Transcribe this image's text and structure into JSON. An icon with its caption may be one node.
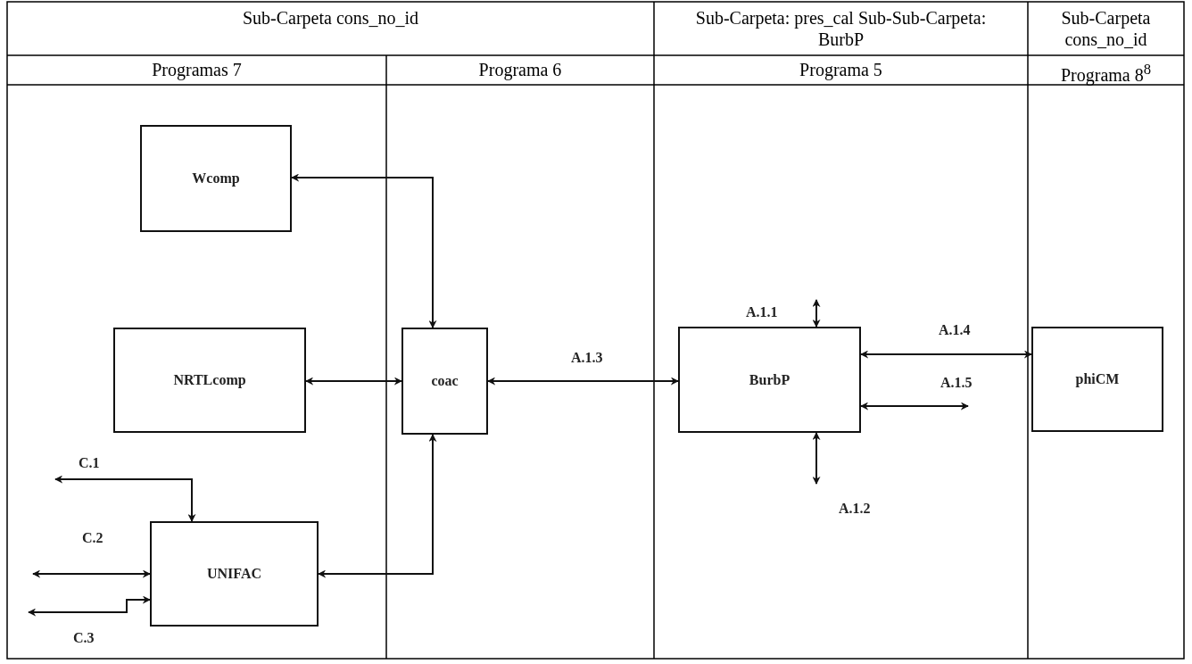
{
  "diagram": {
    "nodes": [
      {
        "text": [
          "Wcomp"
        ]
      },
      {
        "text": [
          "NRTLcomp"
        ]
      },
      {
        "text": [
          "coac"
        ]
      },
      {
        "text": [
          "UNIFAC"
        ]
      },
      {
        "text": [
          "BurbP"
        ]
      },
      {
        "text": [
          "phiCM"
        ]
      }
    ],
    "edges": [
      {
        "from": 2,
        "to": 0,
        "arrow": "both"
      },
      {
        "from": 1,
        "to": 2,
        "arrow": "both"
      },
      {
        "from": 2,
        "to": 3,
        "arrow": "both"
      },
      {
        "from": 2,
        "to": 4,
        "label": "A.1.3",
        "arrow": "both"
      },
      {
        "from": 4,
        "to": 5,
        "label": "A.1.4",
        "arrow": "both"
      },
      {
        "from": null,
        "to": 4,
        "label": "A.1.1",
        "arrow": "both"
      },
      {
        "from": 4,
        "to": null,
        "label": "A.1.2",
        "arrow": "both"
      },
      {
        "from": 4,
        "to": null,
        "label": "A.1.5",
        "arrow": "both"
      },
      {
        "from": null,
        "to": 3,
        "label": "C.1",
        "arrow": "both"
      },
      {
        "from": null,
        "to": 3,
        "label": "C.2",
        "arrow": "both"
      },
      {
        "from": null,
        "to": 3,
        "label": "C.3",
        "arrow": "both"
      }
    ],
    "labels": [
      "Sub-Carpeta cons_no_id",
      "Sub-Carpeta: pres_cal Sub-Sub-Carpeta: BurbP",
      "Sub-Carpeta cons_no_id",
      "Programas 7",
      "Programa 6",
      "Programa 5",
      "Programa 8$^{8}$"
    ]
  }
}
